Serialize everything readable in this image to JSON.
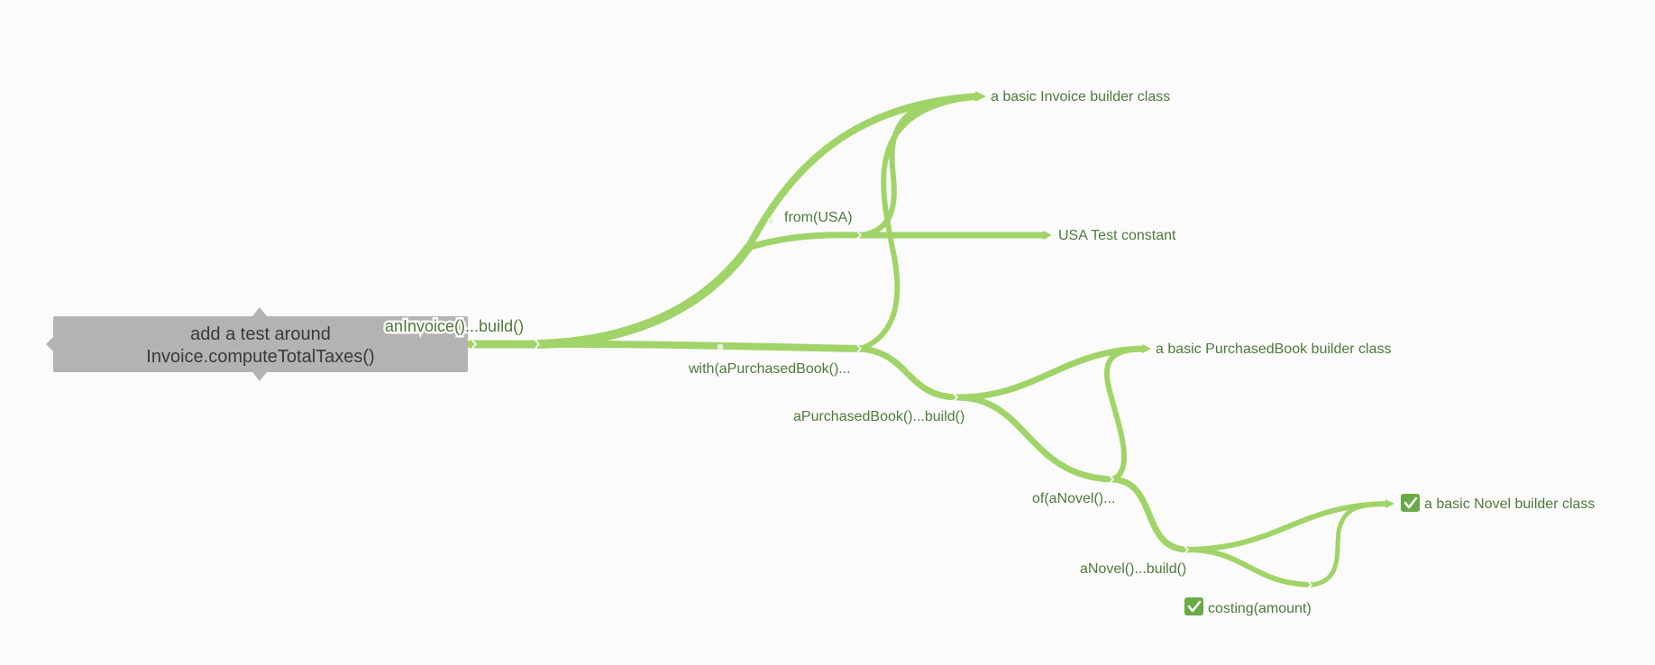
{
  "root": {
    "line1": "add a test around",
    "line2": "Invoice.computeTotalTaxes()"
  },
  "edges": {
    "root_edge": "anInvoice()...build()",
    "from_usa": "from(USA)",
    "with_purchased_book": "with(aPurchasedBook()...",
    "a_purchased_book_build": "aPurchasedBook()...build()",
    "of_a_novel": "of(aNovel()...",
    "a_novel_build": "aNovel()...build()"
  },
  "nodes": {
    "invoice_builder": "a basic Invoice builder class",
    "usa_constant": "USA Test constant",
    "purchased_book_builder": "a basic PurchasedBook builder class",
    "novel_builder": "a basic Novel builder class",
    "costing_amount": "costing(amount)"
  },
  "colors": {
    "edge": "#a0d468",
    "label": "#4d7a3a",
    "root_box": "#b3b3b3",
    "check": "#6aaa46"
  },
  "icons": {
    "novel_builder": "checkbox-checked-icon",
    "costing_amount": "checkbox-checked-icon"
  }
}
